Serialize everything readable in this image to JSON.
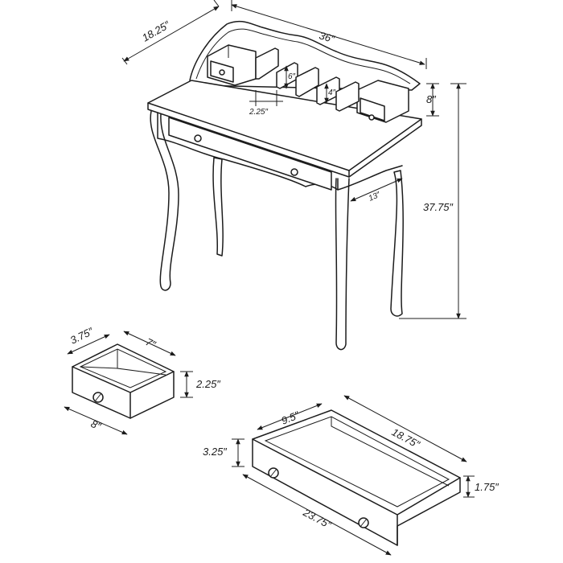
{
  "dimensions": {
    "desk_depth": "18.25″",
    "desk_width": "36″",
    "hutch_height": "8″",
    "desk_height": "37.75″",
    "divider_height": "6″",
    "divider_short": "4″",
    "slot_width": "2.25″",
    "leg_clearance": "13″",
    "small_drawer_depth": "3.75″",
    "small_drawer_inner": "7″",
    "small_drawer_height": "2.25″",
    "small_drawer_width": "8″",
    "large_drawer_depth": "9.5″",
    "large_drawer_inner": "18.75″",
    "large_drawer_front_height": "3.25″",
    "large_drawer_side_height": "1.75″",
    "large_drawer_width": "23.75″"
  },
  "colors": {
    "line": "#1c1c1c",
    "background": "#ffffff"
  }
}
